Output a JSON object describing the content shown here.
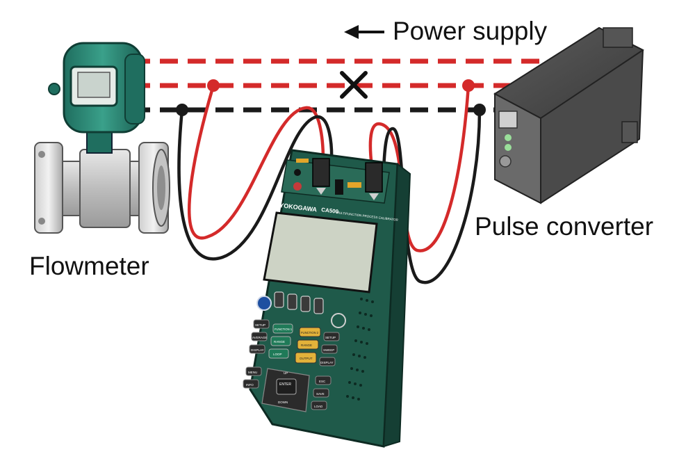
{
  "labels": {
    "power_supply": "Power supply",
    "pulse_converter": "Pulse converter",
    "flowmeter": "Flowmeter"
  },
  "calibrator": {
    "brand": "YOKOGAWA",
    "model": "CA500",
    "subtitle": "MULTIFUNCTION PROCESS CALIBRATOR",
    "keys": {
      "setup_left": "SETUP",
      "average": "AVERAGE",
      "display_left": "DISPLAY",
      "function1": "FUNCTION 1",
      "range1": "RANGE",
      "loop": "LOOP",
      "function2": "FUNCTION 2",
      "range2": "RANGE",
      "output": "OUTPUT",
      "setup_right": "SETUP",
      "sweep": "SWEEP",
      "display_right": "DISPLAY",
      "menu": "MENU",
      "info": "INFO",
      "esc": "ESC",
      "save": "SAVE",
      "load": "LOAD",
      "enter": "ENTER",
      "up": "UP",
      "down": "DOWN"
    }
  },
  "colors": {
    "power_line": "#d42a2a",
    "signal_line": "#1a1a1a",
    "calibrator_body": "#1f5a4a",
    "flowmeter_housing": "#2e8a78"
  },
  "icons": {
    "arrow": "arrow-left-icon",
    "cut": "cross-mark-icon"
  }
}
